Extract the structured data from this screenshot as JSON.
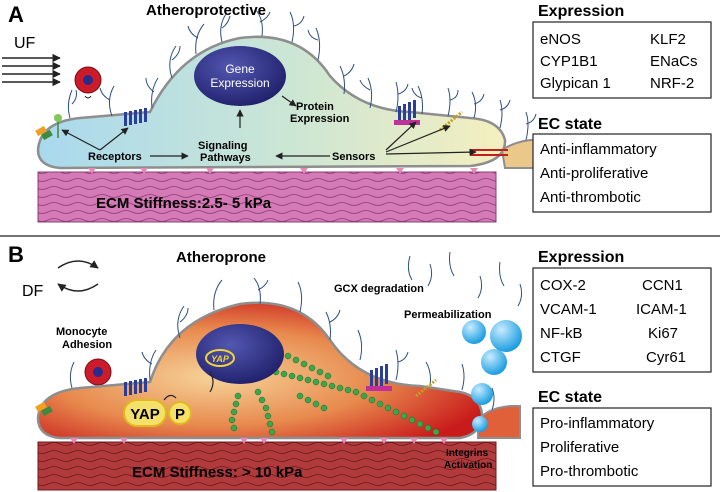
{
  "panelA": {
    "letter": "A",
    "title": "Atheroprotective",
    "flow_label": "UF",
    "gene_expression": [
      "Gene",
      "Expression"
    ],
    "protein_expression": [
      "Protein",
      "Expression"
    ],
    "receptors": "Receptors",
    "signaling": [
      "Signaling",
      "Pathways"
    ],
    "sensors": "Sensors",
    "ecm": "ECM Stiffness:2.5- 5 kPa",
    "expression_title": "Expression",
    "expression_items": [
      "eNOS",
      "KLF2",
      "CYP1B1",
      "ENaCs",
      "Glypican 1",
      "NRF-2"
    ],
    "ec_state_title": "EC state",
    "ec_state_items": [
      "Anti-inflammatory",
      "Anti-proliferative",
      "Anti-thrombotic"
    ]
  },
  "panelB": {
    "letter": "B",
    "title": "Atheroprone",
    "flow_label": "DF",
    "monocyte": [
      "Monocyte",
      "Adhesion"
    ],
    "gcx": "GCX degradation",
    "permeabilization": "Permeabilization",
    "yap_nucleus": "YAP",
    "yap": "YAP",
    "p": "P",
    "integrins": [
      "Integrins",
      "Activation"
    ],
    "ecm": "ECM Stiffness: > 10 kPa",
    "expression_title": "Expression",
    "expression_items": [
      "COX-2",
      "CCN1",
      "VCAM-1",
      "ICAM-1",
      "NF-kB",
      "Ki67",
      "CTGF",
      "Cyr61"
    ],
    "ec_state_title": "EC state",
    "ec_state_items": [
      "Pro-inflammatory",
      "Proliferative",
      "Pro-thrombotic"
    ]
  },
  "colors": {
    "ecm_fill": "#d773b3",
    "ecm_dark": "#b83a3a",
    "nucleus": "#2b2b7e",
    "cell_a_left": "#b8dff0",
    "cell_a_right": "#f2efc0",
    "cell_b_center": "#f3c18a",
    "cell_b_edge": "#cc1f1f",
    "glycocalyx": "#2f4f7f",
    "actin": "#3aa84a",
    "bubble": "#3daee9"
  }
}
